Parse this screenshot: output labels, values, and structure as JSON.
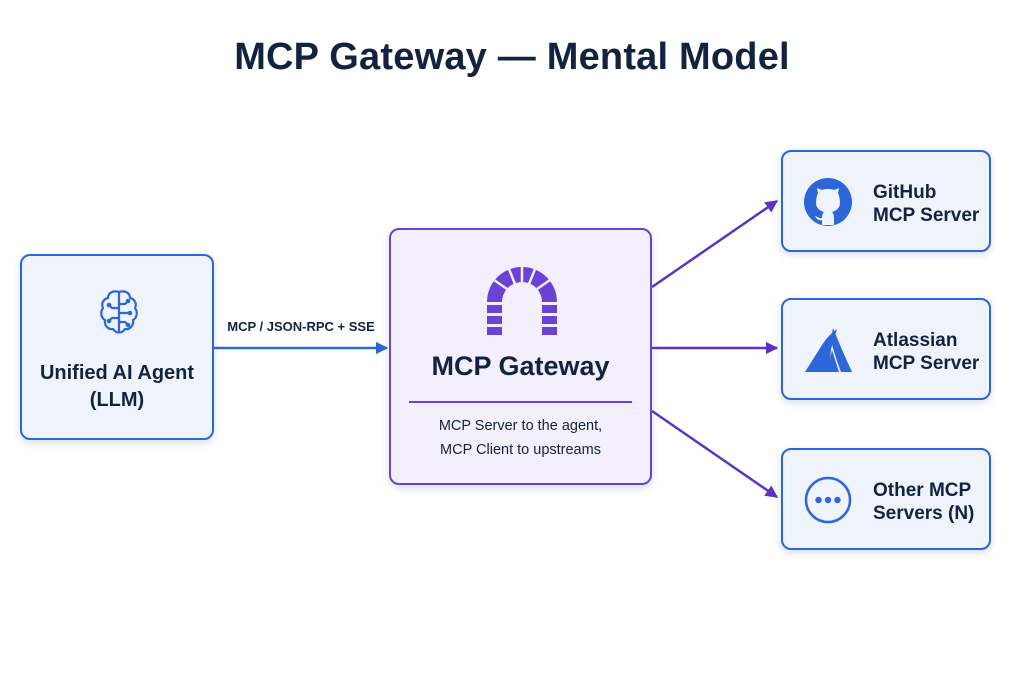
{
  "title": "MCP Gateway — Mental Model",
  "agent": {
    "line1": "Unified AI Agent",
    "line2": "(LLM)",
    "icon": "brain-circuit-icon"
  },
  "connection": {
    "protocol_label": "MCP / JSON-RPC + SSE"
  },
  "gateway": {
    "name": "MCP Gateway",
    "description_line1": "MCP Server to the agent,",
    "description_line2": "MCP Client to upstreams",
    "icon": "gateway-arch-icon"
  },
  "servers": [
    {
      "line1": "GitHub",
      "line2": "MCP Server",
      "icon": "github-icon"
    },
    {
      "line1": "Atlassian",
      "line2": "MCP Server",
      "icon": "atlassian-icon"
    },
    {
      "line1": "Other MCP",
      "line2": "Servers (N)",
      "icon": "ellipsis-circle-icon"
    }
  ],
  "colors": {
    "agent_border": "#2d66d8",
    "gateway_border": "#6a42d6",
    "agent_arrow": "#2d66d8",
    "gateway_arrows": "#5a34c8",
    "text": "#13233f"
  }
}
